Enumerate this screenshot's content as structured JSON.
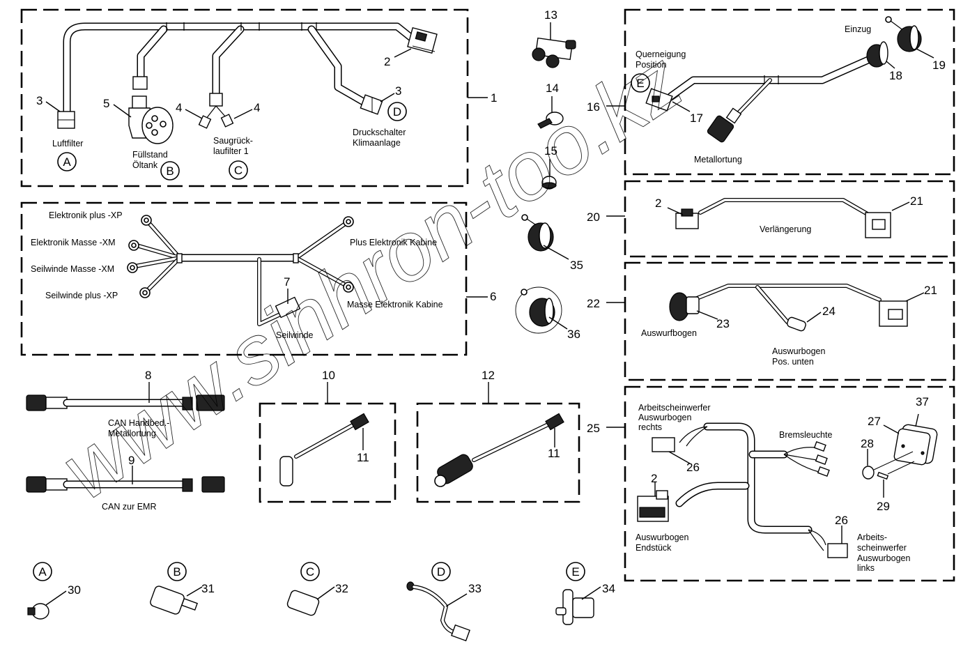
{
  "watermark": "www.sinhron-too.kz",
  "groups": {
    "g1": {
      "number": "1",
      "callouts": {
        "c2": "2",
        "c3a": "3",
        "c3b": "3",
        "c4a": "4",
        "c4b": "4",
        "c5": "5"
      },
      "labels": {
        "luftfilter": "Luftfilter",
        "fuellstand_1": "Füllstand",
        "fuellstand_2": "Öltank",
        "saug_1": "Saugrück-",
        "saug_2": "laufilter 1",
        "druck_1": "Druckschalter",
        "druck_2": "Klimaanlage"
      },
      "markers": {
        "A": "A",
        "B": "B",
        "C": "C",
        "D": "D"
      }
    },
    "g6": {
      "number": "6",
      "callouts": {
        "c7": "7"
      },
      "labels": {
        "elek_plus": "Elektronik plus -XP",
        "elek_masse": "Elektronik Masse -XM",
        "seil_masse": "Seilwinde Masse -XM",
        "seil_plus": "Seilwinde plus -XP",
        "plus_kabine": "Plus Elektronik Kabine",
        "masse_kabine": "Masse Elektronik Kabine",
        "seilwinde": "Seilwinde"
      }
    },
    "g8": {
      "number": "8",
      "label_1": "CAN Handbed.-",
      "label_2": "Metallortung"
    },
    "g9": {
      "number": "9",
      "label": "CAN zur EMR"
    },
    "g10": {
      "number": "10",
      "callout": "11"
    },
    "g12": {
      "number": "12",
      "callout": "11"
    },
    "singles": {
      "c13": "13",
      "c14": "14",
      "c15": "15",
      "c35": "35",
      "c36": "36"
    },
    "g16": {
      "number": "16",
      "callouts": {
        "c17": "17",
        "c18": "18",
        "c19": "19"
      },
      "labels": {
        "einzug": "Einzug",
        "quer_1": "Querneigung",
        "quer_2": "Position",
        "metall": "Metallortung"
      },
      "markers": {
        "E": "E"
      }
    },
    "g20": {
      "number": "20",
      "callouts": {
        "c2": "2",
        "c21": "21"
      },
      "labels": {
        "verl": "Verlängerung"
      }
    },
    "g22": {
      "number": "22",
      "callouts": {
        "c21": "21",
        "c23": "23",
        "c24": "24"
      },
      "labels": {
        "auswurf": "Auswurfbogen",
        "pos_1": "Auswurbogen",
        "pos_2": "Pos. unten"
      }
    },
    "g25": {
      "number": "25",
      "callouts": {
        "c2": "2",
        "c26a": "26",
        "c26b": "26",
        "c27": "27",
        "c28": "28",
        "c29": "29",
        "c37": "37"
      },
      "labels": {
        "arb_r1": "Arbeitscheinwerfer",
        "arb_r2": "Auswurbogen",
        "arb_r3": "rechts",
        "brems": "Bremsleuchte",
        "end_1": "Auswurbogen",
        "end_2": "Endstück",
        "arb_l1": "Arbeits-",
        "arb_l2": "scheinwerfer",
        "arb_l3": "Auswurbogen",
        "arb_l4": "links"
      }
    },
    "sensors": [
      {
        "marker": "A",
        "number": "30"
      },
      {
        "marker": "B",
        "number": "31"
      },
      {
        "marker": "C",
        "number": "32"
      },
      {
        "marker": "D",
        "number": "33"
      },
      {
        "marker": "E",
        "number": "34"
      }
    ]
  }
}
